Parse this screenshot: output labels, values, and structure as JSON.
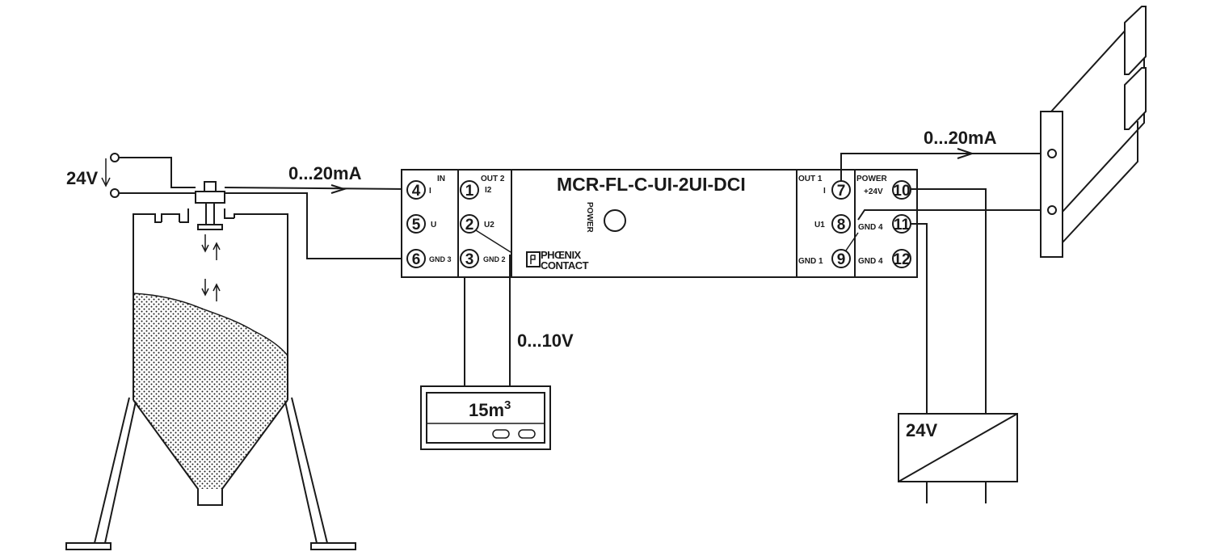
{
  "device": {
    "model": "MCR-FL-C-UI-2UI-DCI",
    "power_led_label": "POWER",
    "logo_line1": "PHŒNIX",
    "logo_line2": "CONTACT"
  },
  "signals": {
    "input_current": "0...20mA",
    "output_current": "0...20mA",
    "output_voltage": "0...10V",
    "sensor_supply": "24V",
    "power_supply": "24V"
  },
  "display": {
    "value_base": "15m",
    "value_exp": "3"
  },
  "terminals": {
    "t4": "4",
    "t5": "5",
    "t6": "6",
    "t1": "1",
    "t2": "2",
    "t3": "3",
    "t7": "7",
    "t8": "8",
    "t9": "9",
    "t10": "10",
    "t11": "11",
    "t12": "12"
  },
  "terminal_labels": {
    "in": "IN",
    "i": "I",
    "u": "U",
    "gnd3": "GND 3",
    "out2": "OUT 2",
    "i2": "I2",
    "u2": "U2",
    "gnd2": "GND 2",
    "out1": "OUT 1",
    "i_out1": "I",
    "u1": "U1",
    "gnd1": "GND 1",
    "power": "POWER",
    "plus24v": "+24V",
    "gnd4a": "GND 4",
    "gnd4b": "GND 4"
  },
  "icons": {
    "silo": "silo-with-level-sensor-icon",
    "display": "digital-display-icon",
    "power_supply": "dc-power-supply-icon",
    "plc_card": "plc-input-card-icon"
  }
}
